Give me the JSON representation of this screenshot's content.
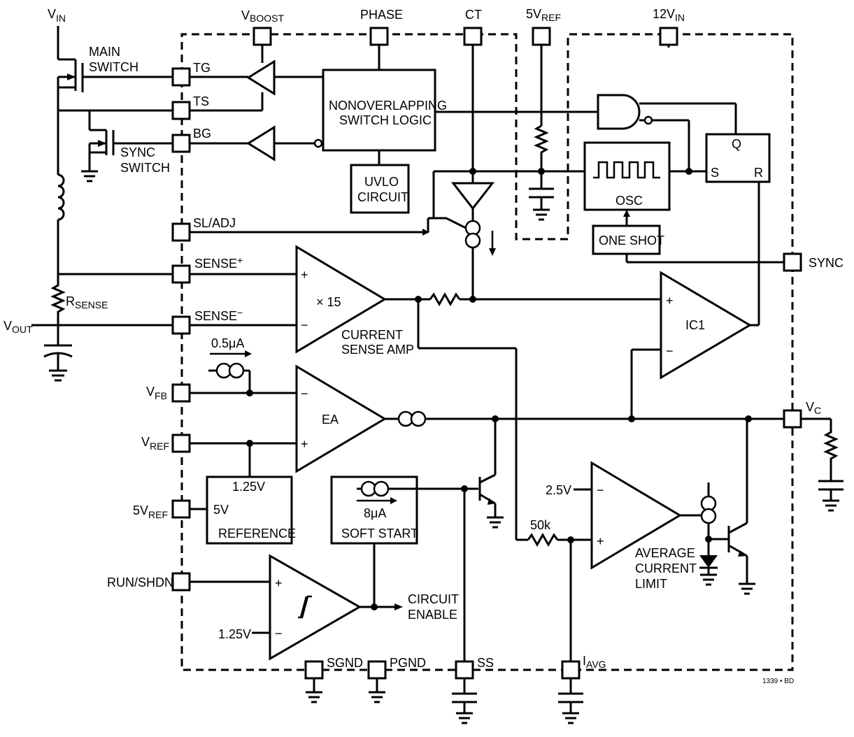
{
  "pins": {
    "vin": {
      "main": "V",
      "sub": "IN"
    },
    "vboost": {
      "main": "V",
      "sub": "BOOST"
    },
    "phase": "PHASE",
    "ct": "CT",
    "ref5v_top": {
      "main": "5V",
      "sub": "REF"
    },
    "v12in": {
      "main": "12V",
      "sub": "IN"
    },
    "tg": "TG",
    "ts": "TS",
    "bg": "BG",
    "sl_adj": "SL/ADJ",
    "sense_plus": {
      "main": "SENSE",
      "sup": "+"
    },
    "sense_minus": {
      "main": "SENSE",
      "sup": "−"
    },
    "vfb": {
      "main": "V",
      "sub": "FB"
    },
    "vref": {
      "main": "V",
      "sub": "REF"
    },
    "ref5v_left": {
      "main": "5V",
      "sub": "REF"
    },
    "run_shdn": "RUN/SHDN",
    "sgnd": "SGND",
    "pgnd": "PGND",
    "ss": "SS",
    "iavg": {
      "main": "I",
      "sub": "AVG"
    },
    "vc": {
      "main": "V",
      "sub": "C"
    },
    "sync": "SYNC"
  },
  "labels": {
    "main_switch": [
      "MAIN",
      "SWITCH"
    ],
    "sync_switch": [
      "SYNC",
      "SWITCH"
    ],
    "rsense": {
      "main": "R",
      "sub": "SENSE"
    },
    "vout": {
      "main": "V",
      "sub": "OUT"
    },
    "nonoverlap": [
      "NONOVERLAPPING",
      "SWITCH LOGIC"
    ],
    "uvlo": [
      "UVLO",
      "CIRCUIT"
    ],
    "osc": "OSC",
    "one_shot": "ONE SHOT",
    "q": "Q",
    "s": "S",
    "r": "R",
    "ic1": "IC1",
    "gain": "× 15",
    "csa": [
      "CURRENT",
      "SENSE AMP"
    ],
    "bias": "0.5μA",
    "ea": "EA",
    "v125_ref": "1.25V",
    "v5": "5V",
    "reference": "REFERENCE",
    "ss_current": "8μA",
    "soft_start": "SOFT START",
    "v25": "2.5V",
    "r50k": "50k",
    "avg_limit": [
      "AVERAGE",
      "CURRENT",
      "LIMIT"
    ],
    "circuit_enable": [
      "CIRCUIT",
      "ENABLE"
    ],
    "v125_cmp": "1.25V",
    "plus": "+",
    "minus": "−",
    "figure_code": "1339 • BD"
  }
}
